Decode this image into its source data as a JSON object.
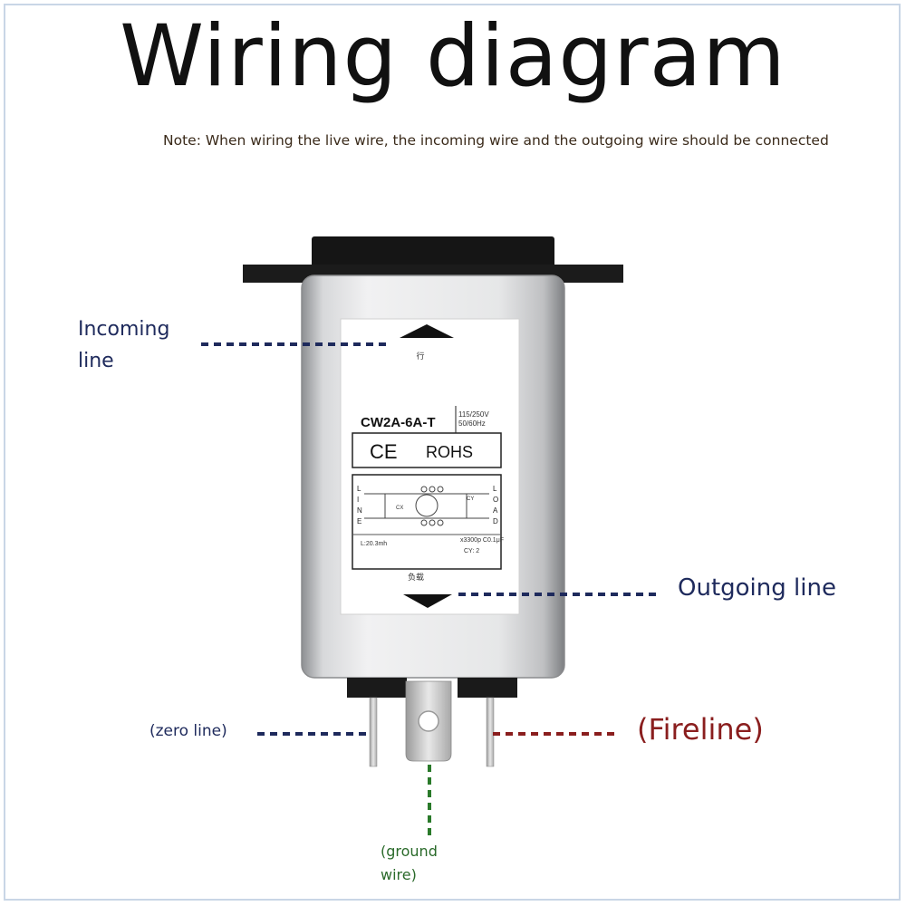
{
  "title": "Wiring diagram",
  "note": "Note: When wiring the live wire, the incoming wire and the outgoing wire should be connected",
  "labels": {
    "incoming_line_1": "Incoming",
    "incoming_line_2": "line",
    "outgoing_line": "Outgoing line",
    "zero_line": "(zero line)",
    "fire_line": "(Fireline)",
    "ground_wire_1": "(ground",
    "ground_wire_2": "wire)"
  },
  "device_label": {
    "model": "CW2A-6A-T",
    "rating_1": "115/250V",
    "rating_2": "50/60Hz",
    "ce_mark": "CE",
    "rohs": "ROHS",
    "top_char": "行",
    "bottom_char": "负载",
    "left_pins": [
      "L",
      "I",
      "N",
      "E"
    ],
    "right_pins": [
      "L",
      "O",
      "A",
      "D"
    ],
    "inductance": "L:20.3mh",
    "capacitance": "x3300p C0.1μF",
    "cy": "CY: 2",
    "cx_label": "CX",
    "cy_label": "CY"
  },
  "colors": {
    "incoming_dash": "#1e2a5c",
    "outgoing_dash": "#1e2a5c",
    "zero_dash": "#1e2a5c",
    "fire_dash": "#8a1e1e",
    "ground_dash": "#2a7a2a"
  }
}
